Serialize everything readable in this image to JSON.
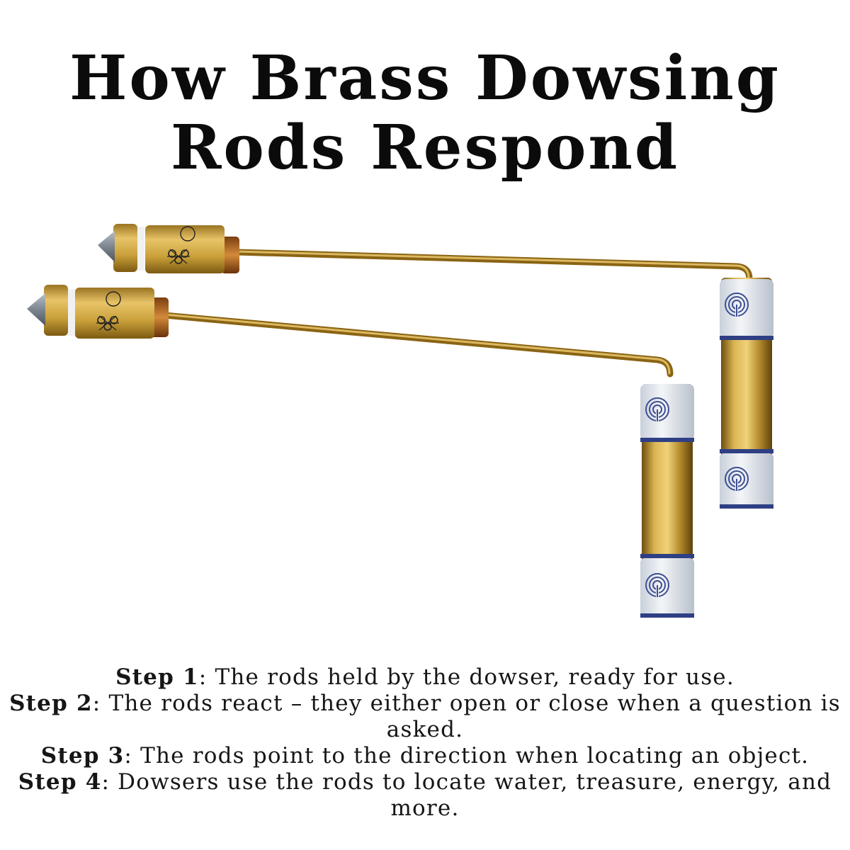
{
  "header": {
    "title_line1": "How Brass Dowsing",
    "title_line2": "Rods Respond"
  },
  "illustration": {
    "subject": "two L-shaped brass dowsing rods with pointed tips and labyrinth-pattern sleeve handles",
    "colors": {
      "brass": "#c9a03a",
      "brass_dark": "#8a6414",
      "sleeve": "#e6ebf1",
      "labyrinth": "#3d4f94",
      "tip": "#8a929c"
    }
  },
  "steps": [
    {
      "label": "Step 1",
      "text": ": The rods held by the dowser, ready for use."
    },
    {
      "label": "Step 2",
      "text": ": The rods react – they either open or close when a question is asked."
    },
    {
      "label": "Step 3",
      "text": ": The rods point to the direction when locating an object."
    },
    {
      "label": "Step 4",
      "text": ": Dowsers use the rods to locate water, treasure, energy, and more."
    }
  ]
}
